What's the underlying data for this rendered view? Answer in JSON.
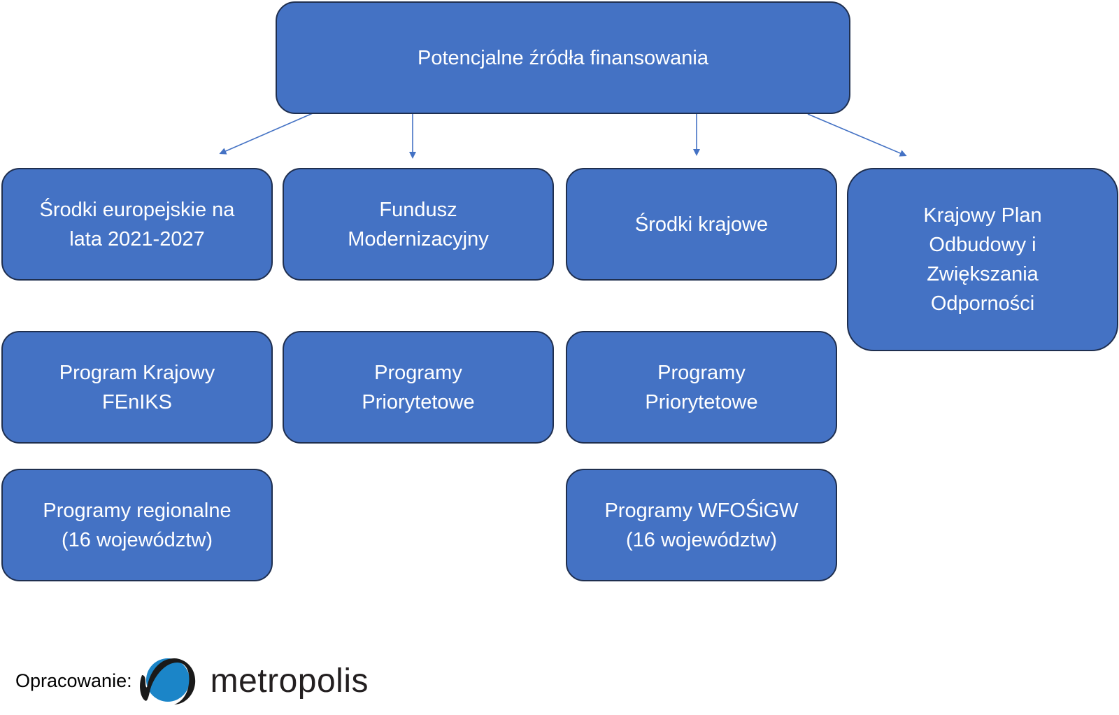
{
  "diagram": {
    "root": {
      "label": "Potencjalne źródła finansowania"
    },
    "level1": [
      {
        "label": "Środki europejskie na\nlata 2021-2027"
      },
      {
        "label": "Fundusz\nModernizacyjny"
      },
      {
        "label": "Środki krajowe"
      },
      {
        "label": "Krajowy Plan\nOdbudowy i\nZwiększania\nOdporności"
      }
    ],
    "level2": [
      {
        "label": "Program Krajowy\nFEnIKS",
        "parent": "Środki europejskie na lata 2021-2027"
      },
      {
        "label": "Programy\nPriorytetowe",
        "parent": "Fundusz Modernizacyjny"
      },
      {
        "label": "Programy\nPriorytetowe",
        "parent": "Środki krajowe"
      }
    ],
    "level3": [
      {
        "label": "Programy regionalne\n(16 województw)",
        "parent": "Środki europejskie na lata 2021-2027"
      },
      {
        "label": "Programy WFOŚiGW\n(16 województw)",
        "parent": "Środki krajowe"
      }
    ],
    "colors": {
      "box_fill": "#4472c4",
      "box_border": "#1f2f4f",
      "arrow": "#4472c4",
      "logo_blue": "#1b85c8"
    }
  },
  "footer": {
    "label": "Opracowanie:",
    "logo_icon": "metropolis-logo-icon",
    "logo_text": "metropolis"
  }
}
